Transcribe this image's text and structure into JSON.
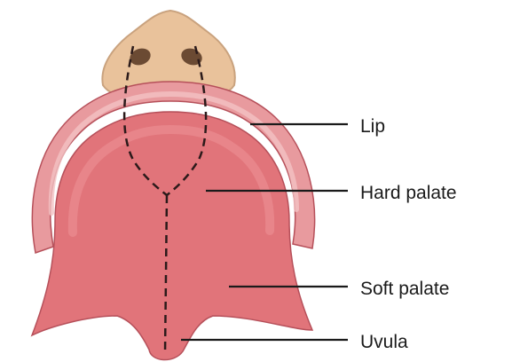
{
  "diagram": {
    "labels": {
      "lip": "Lip",
      "hard_palate": "Hard palate",
      "soft_palate": "Soft palate",
      "uvula": "Uvula"
    },
    "colors": {
      "nose": "#e9c29b",
      "nose_outline": "#c9a27e",
      "nostril": "#6b4a33",
      "lip": "#e89a9e",
      "lip_highlight": "#f3c2c3",
      "palate": "#e1747a",
      "palate_ridge": "#eb8d91",
      "outline": "#b6505a",
      "dashed_line": "#2b1a1a",
      "leader_line": "#1a1a1a"
    }
  }
}
